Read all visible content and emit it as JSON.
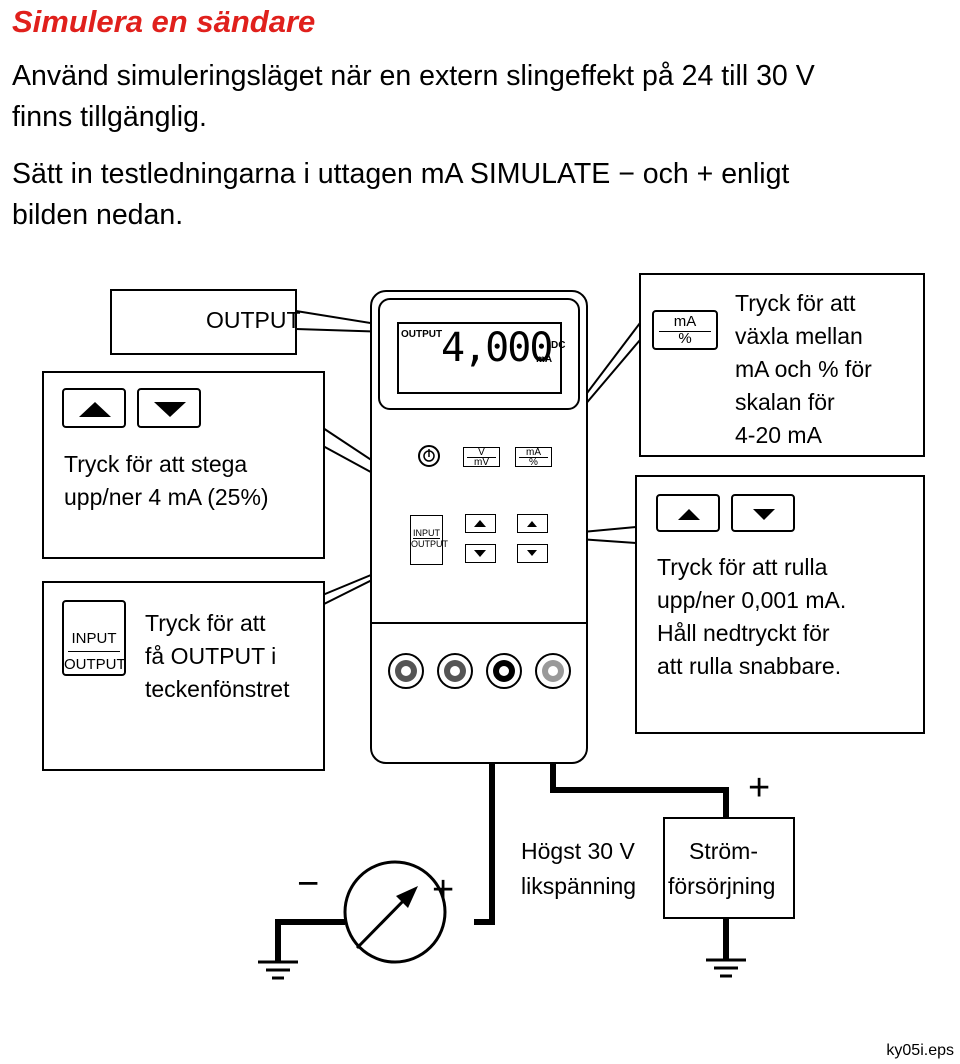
{
  "title": "Simulera en sändare",
  "intro": {
    "line1": "Använd simuleringsläget när en extern slingeffekt på 24 till 30 V",
    "line2": "finns tillgänglig.",
    "line3": "Sätt in testledningarna i uttagen mA SIMULATE − och + enligt",
    "line4": "bilden nedan."
  },
  "callouts": {
    "output_label": "OUTPUT",
    "step": {
      "line1": "Tryck för att stega",
      "line2": "upp/ner 4 mA (25%)"
    },
    "io": {
      "line1": "Tryck för att",
      "line2": "få OUTPUT i",
      "line3": "teckenfönstret",
      "key_top": "INPUT",
      "key_bottom": "OUTPUT"
    },
    "ma_pct": {
      "line1": "Tryck för att",
      "line2": "växla mellan",
      "line3": "mA och % för",
      "line4": "skalan för",
      "line5": "4-20 mA",
      "key_top": "mA",
      "key_bottom": "%"
    },
    "scroll": {
      "line1": "Tryck för att rulla",
      "line2": "upp/ner 0,001 mA.",
      "line3": "Håll nedtryckt för",
      "line4": "att rulla snabbare."
    }
  },
  "meter": {
    "display_mode": "OUTPUT",
    "display_value": "4,000",
    "display_unit": "mA",
    "display_dc": "DC",
    "btn_v_top": "V",
    "btn_v_bottom": "mV",
    "btn_ma_top": "mA",
    "btn_ma_bottom": "%",
    "btn_io_top": "INPUT",
    "btn_io_bottom": "OUTPUT"
  },
  "circuit": {
    "supply_line1": "Ström-",
    "supply_line2": "försörjning",
    "voltage_line1": "Högst 30 V",
    "voltage_line2": "likspänning",
    "plus_sign": "+",
    "minus_sign": "−"
  },
  "footer": "ky05i.eps"
}
